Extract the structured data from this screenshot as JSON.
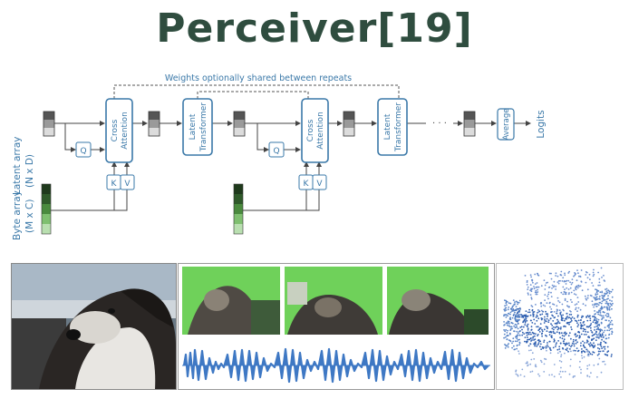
{
  "title": "Perceiver[19]",
  "diagram": {
    "shared_note": "Weights optionally shared between repeats",
    "latent_label_1": "Latent array",
    "latent_label_2": "(N x D)",
    "byte_label_1": "Byte array",
    "byte_label_2": "(M x C)",
    "cross_attention_1": "Cross",
    "cross_attention_2": "Attention",
    "latent_transformer_1": "Latent",
    "latent_transformer_2": "Transformer",
    "q": "Q",
    "k": "K",
    "v": "V",
    "average": "Average",
    "logits": "Logits",
    "ellipsis": "· · ·"
  },
  "colors": {
    "title": "#2f4d3f",
    "diagram_blue": "#3a78a8",
    "arrow": "#444444",
    "byte_dark": "#1f3a1c",
    "byte_mid": "#5fa14f",
    "byte_light": "#b9dfb0",
    "latent_dark": "#555555",
    "latent_mid": "#9a9a9a",
    "latent_light": "#dcdcdc",
    "green_screen": "#6fd15a",
    "audio": "#3e78c4",
    "points": "#2e5fb0"
  },
  "icons": [
    "dog-photo",
    "video-frame",
    "audio-waveform",
    "point-cloud"
  ]
}
